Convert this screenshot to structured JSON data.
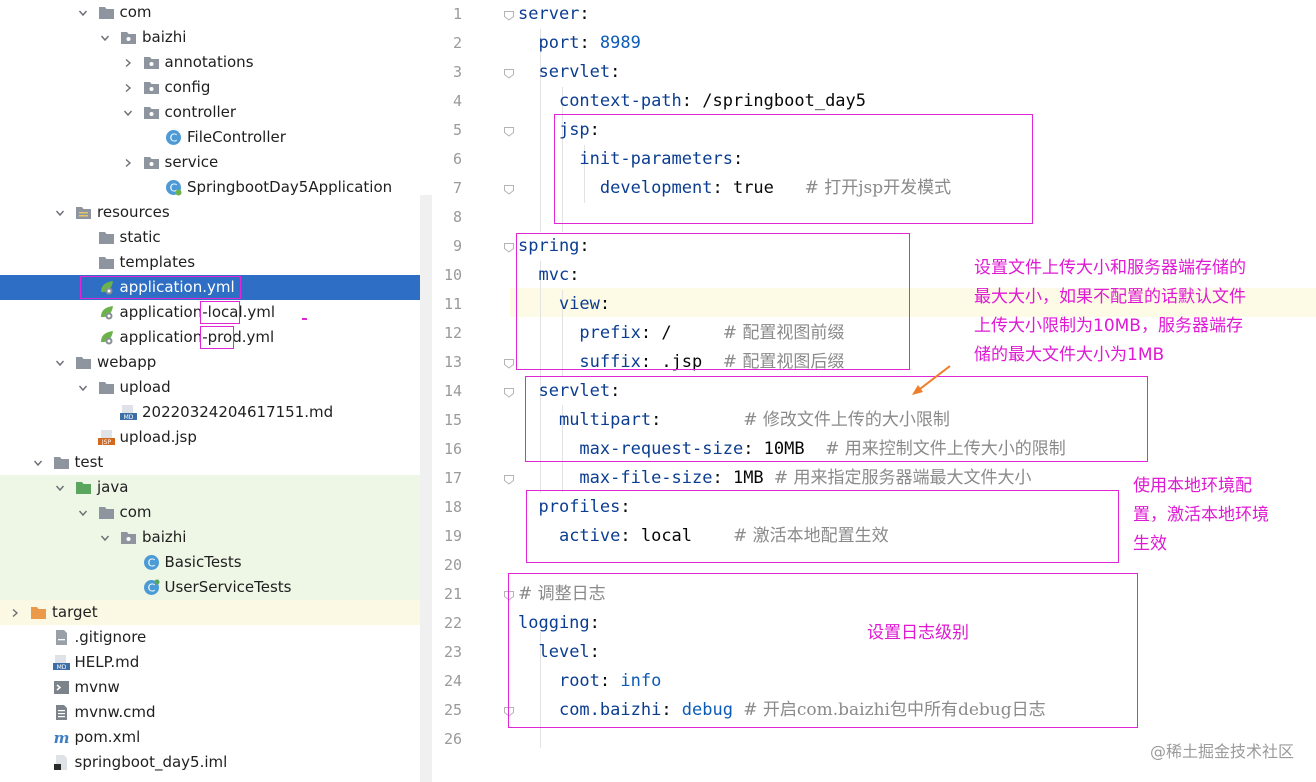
{
  "tree": {
    "items": [
      {
        "label": "com",
        "icon": "folder-icon",
        "expanded": true
      },
      {
        "label": "baizhi",
        "icon": "package-icon",
        "expanded": true
      },
      {
        "label": "annotations",
        "icon": "package-icon",
        "expanded": false
      },
      {
        "label": "config",
        "icon": "package-icon",
        "expanded": false
      },
      {
        "label": "controller",
        "icon": "package-icon",
        "expanded": true
      },
      {
        "label": "FileController",
        "icon": "class-icon"
      },
      {
        "label": "service",
        "icon": "package-icon",
        "expanded": false
      },
      {
        "label": "SpringbootDay5Application",
        "icon": "spring-class-icon"
      },
      {
        "label": "resources",
        "icon": "resources-folder-icon",
        "expanded": true
      },
      {
        "label": "static",
        "icon": "folder-icon"
      },
      {
        "label": "templates",
        "icon": "folder-icon"
      },
      {
        "label": "application.yml",
        "icon": "spring-yml-icon",
        "selected": true
      },
      {
        "label": "application-local.yml",
        "icon": "spring-yml-icon"
      },
      {
        "label": "application-prod.yml",
        "icon": "spring-yml-icon"
      },
      {
        "label": "webapp",
        "icon": "folder-icon",
        "expanded": true
      },
      {
        "label": "upload",
        "icon": "folder-icon",
        "expanded": true
      },
      {
        "label": "20220324204617151.md",
        "icon": "markdown-icon"
      },
      {
        "label": "upload.jsp",
        "icon": "jsp-icon"
      },
      {
        "label": "test",
        "icon": "folder-icon",
        "expanded": true
      },
      {
        "label": "java",
        "icon": "test-source-folder-icon",
        "expanded": true
      },
      {
        "label": "com",
        "icon": "folder-icon",
        "expanded": true
      },
      {
        "label": "baizhi",
        "icon": "package-icon",
        "expanded": true
      },
      {
        "label": "BasicTests",
        "icon": "class-icon"
      },
      {
        "label": "UserServiceTests",
        "icon": "test-class-icon"
      },
      {
        "label": "target",
        "icon": "orange-folder-icon",
        "expanded": false
      },
      {
        "label": ".gitignore",
        "icon": "file-icon"
      },
      {
        "label": "HELP.md",
        "icon": "markdown-icon"
      },
      {
        "label": "mvnw",
        "icon": "terminal-icon"
      },
      {
        "label": "mvnw.cmd",
        "icon": "text-file-icon"
      },
      {
        "label": "pom.xml",
        "icon": "maven-icon"
      },
      {
        "label": "springboot_day5.iml",
        "icon": "iml-icon"
      }
    ]
  },
  "editor": {
    "line_numbers": [
      "1",
      "2",
      "3",
      "4",
      "5",
      "6",
      "7",
      "8",
      "9",
      "10",
      "11",
      "12",
      "13",
      "14",
      "15",
      "16",
      "17",
      "18",
      "19",
      "20",
      "21",
      "22",
      "23",
      "24",
      "25",
      "26"
    ],
    "lines": [
      [
        {
          "t": "k",
          "s": "server"
        },
        {
          "t": "p",
          "s": ":"
        }
      ],
      [
        {
          "t": "p",
          "s": "  "
        },
        {
          "t": "k",
          "s": "port"
        },
        {
          "t": "p",
          "s": ": "
        },
        {
          "t": "v",
          "s": "8989"
        }
      ],
      [
        {
          "t": "p",
          "s": "  "
        },
        {
          "t": "k",
          "s": "servlet"
        },
        {
          "t": "p",
          "s": ":"
        }
      ],
      [
        {
          "t": "p",
          "s": "    "
        },
        {
          "t": "k",
          "s": "context-path"
        },
        {
          "t": "p",
          "s": ": /springboot_day5"
        }
      ],
      [
        {
          "t": "p",
          "s": "    "
        },
        {
          "t": "k",
          "s": "jsp"
        },
        {
          "t": "p",
          "s": ":"
        }
      ],
      [
        {
          "t": "p",
          "s": "      "
        },
        {
          "t": "k",
          "s": "init-parameters"
        },
        {
          "t": "p",
          "s": ":"
        }
      ],
      [
        {
          "t": "p",
          "s": "        "
        },
        {
          "t": "k",
          "s": "development"
        },
        {
          "t": "p",
          "s": ": true   "
        },
        {
          "t": "c",
          "s": "# 打开jsp开发模式"
        }
      ],
      [],
      [
        {
          "t": "k",
          "s": "spring"
        },
        {
          "t": "p",
          "s": ":"
        }
      ],
      [
        {
          "t": "p",
          "s": "  "
        },
        {
          "t": "k",
          "s": "mvc"
        },
        {
          "t": "p",
          "s": ":"
        }
      ],
      [
        {
          "t": "p",
          "s": "    "
        },
        {
          "t": "k",
          "s": "view"
        },
        {
          "t": "p",
          "s": ":"
        }
      ],
      [
        {
          "t": "p",
          "s": "      "
        },
        {
          "t": "k",
          "s": "prefix"
        },
        {
          "t": "p",
          "s": ": /     "
        },
        {
          "t": "c",
          "s": "# 配置视图前缀"
        }
      ],
      [
        {
          "t": "p",
          "s": "      "
        },
        {
          "t": "k",
          "s": "suffix"
        },
        {
          "t": "p",
          "s": ": .jsp  "
        },
        {
          "t": "c",
          "s": "# 配置视图后缀"
        }
      ],
      [
        {
          "t": "p",
          "s": "  "
        },
        {
          "t": "k",
          "s": "servlet"
        },
        {
          "t": "p",
          "s": ":"
        }
      ],
      [
        {
          "t": "p",
          "s": "    "
        },
        {
          "t": "k",
          "s": "multipart"
        },
        {
          "t": "p",
          "s": ":        "
        },
        {
          "t": "c",
          "s": "# 修改文件上传的大小限制"
        }
      ],
      [
        {
          "t": "p",
          "s": "      "
        },
        {
          "t": "k",
          "s": "max-request-size"
        },
        {
          "t": "p",
          "s": ": 10MB  "
        },
        {
          "t": "c",
          "s": "# 用来控制文件上传大小的限制"
        }
      ],
      [
        {
          "t": "p",
          "s": "      "
        },
        {
          "t": "k",
          "s": "max-file-size"
        },
        {
          "t": "p",
          "s": ": 1MB "
        },
        {
          "t": "c",
          "s": "# 用来指定服务器端最大文件大小"
        }
      ],
      [
        {
          "t": "p",
          "s": "  "
        },
        {
          "t": "k",
          "s": "profiles"
        },
        {
          "t": "p",
          "s": ":"
        }
      ],
      [
        {
          "t": "p",
          "s": "    "
        },
        {
          "t": "k",
          "s": "active"
        },
        {
          "t": "p",
          "s": ": local    "
        },
        {
          "t": "c",
          "s": "# 激活本地配置生效"
        }
      ],
      [],
      [
        {
          "t": "c",
          "s": "# 调整日志"
        }
      ],
      [
        {
          "t": "k",
          "s": "logging"
        },
        {
          "t": "p",
          "s": ":"
        }
      ],
      [
        {
          "t": "p",
          "s": "  "
        },
        {
          "t": "k",
          "s": "level"
        },
        {
          "t": "p",
          "s": ":"
        }
      ],
      [
        {
          "t": "p",
          "s": "    "
        },
        {
          "t": "k",
          "s": "root"
        },
        {
          "t": "p",
          "s": ": "
        },
        {
          "t": "v",
          "s": "info"
        }
      ],
      [
        {
          "t": "p",
          "s": "    "
        },
        {
          "t": "k",
          "s": "com.baizhi"
        },
        {
          "t": "p",
          "s": ": "
        },
        {
          "t": "v",
          "s": "debug"
        },
        {
          "t": "p",
          "s": " "
        },
        {
          "t": "c",
          "s": "# 开启com.baizhi包中所有debug日志"
        }
      ],
      []
    ]
  },
  "annotations": {
    "upload_note": [
      "设置文件上传大小和服务器端存储的",
      "最大大小，如果不配置的话默认文件",
      "上传大小限制为10MB，服务器端存",
      "储的最大文件大小为1MB"
    ],
    "profile_note": [
      "使用本地环境配",
      "置，激活本地环境",
      "生效"
    ],
    "logging_note": "设置日志级别"
  },
  "watermark": "@稀土掘金技术社区",
  "colors": {
    "accent_magenta": "#e026d6",
    "selection_blue": "#2e6ec4",
    "yaml_key": "#0b3d91"
  }
}
